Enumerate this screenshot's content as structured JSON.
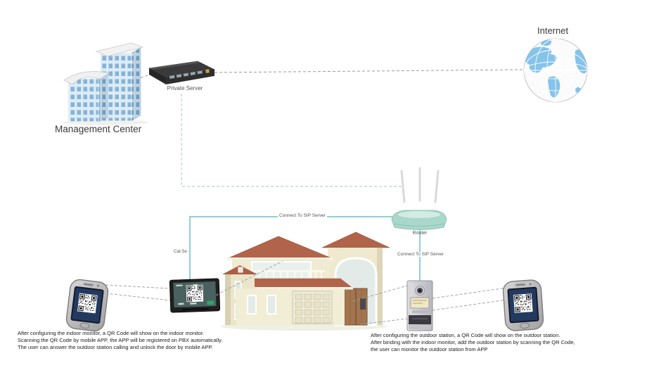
{
  "labels": {
    "internet": "Internet",
    "management_center": "Management Center",
    "private_server": "Private Server",
    "router": "Router",
    "cat5e": "Cat 5e",
    "connect_sip_left": "Connect To SIP Server",
    "connect_sip_right": "Connect To SIP Server"
  },
  "notes": {
    "indoor_monitor": [
      "After configuring the indoor monitor, a QR Code will show on the indoor monitor.",
      "Scanning the QR Code by mobile APP, the APP will be registered on PBX automatically.",
      "The user can answer the outdoor station calling and unlock the door by mobile APP."
    ],
    "outdoor_station": [
      "After configuring the outdoor station, a QR Code will show on the outdoor station.",
      "After binding with the indoor monitor, add the outdoor station by scanning the QR Code,",
      "the user can monitor the outdoor station from APP"
    ]
  },
  "devices": {
    "management_center": "office-buildings-icon",
    "private_server": "network-switch-icon",
    "internet": "globe-icon",
    "router": "wireless-router-icon",
    "house": "house-icon",
    "indoor_monitor": "indoor-monitor-qr-icon",
    "outdoor_station": "door-station-icon",
    "mobile_left": "smartphone-qr-icon",
    "mobile_right": "smartphone-qr-icon"
  },
  "colors": {
    "line_teal": "#6bbfcb",
    "dash_teal": "#9fc9c4",
    "dash_gray": "#9a9a9a",
    "roof_terracotta": "#b2644a",
    "wall_cream": "#f0ebd2",
    "globe_land": "#7fc0e8",
    "router_mint": "#a9d7ca",
    "building_blue": "#85b3d8",
    "screen_navy": "#233a60",
    "monitor_screen": "#49625f"
  }
}
